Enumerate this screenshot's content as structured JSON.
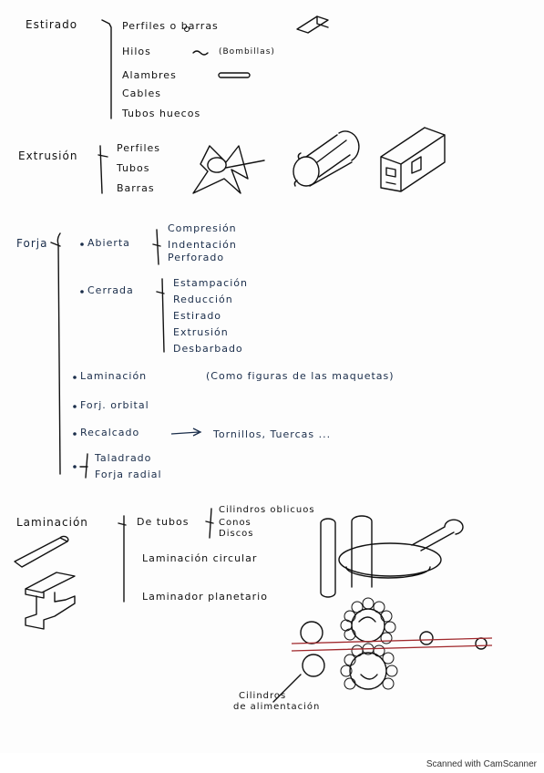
{
  "colors": {
    "ink_black": "#111111",
    "ink_blue": "#1a2d4a",
    "ink_red": "#a0282c",
    "footer_band": "#ffffff"
  },
  "estirado": {
    "heading": "Estirado",
    "items": [
      "Perfiles o barras",
      "Hilos",
      "Alambres",
      "Cables",
      "Tubos huecos"
    ],
    "hilos_note": "(Bombillas)"
  },
  "extrusion": {
    "heading": "Extrusión",
    "items": [
      "Perfiles",
      "Tubos",
      "Barras"
    ]
  },
  "forja": {
    "heading": "Forja",
    "abierta": {
      "label": "Abierta",
      "items": [
        "Compresión",
        "Indentación",
        "Perforado"
      ]
    },
    "cerrada": {
      "label": "Cerrada",
      "items": [
        "Estampación",
        "Reducción",
        "Estirado",
        "Extrusión",
        "Desbarbado"
      ]
    },
    "others": {
      "laminacion": "Laminación",
      "laminacion_note": "(Como figuras de las maquetas)",
      "orbital": "Forj. orbital",
      "recalcado": "Recalcado",
      "recalcado_result": "Tornillos, Tuercas ...",
      "taladrado": "Taladrado",
      "radial": "Forja radial"
    }
  },
  "laminacion": {
    "heading": "Laminación",
    "de_tubos": "De tubos",
    "tubos_items": [
      "Cilindros oblicuos",
      "Conos",
      "Discos"
    ],
    "circular": "Laminación circular",
    "planetario": "Laminador planetario",
    "alimentacion_line1": "Cilindros",
    "alimentacion_line2": "de alimentación"
  },
  "footer": {
    "scanner": "Scanned with CamScanner"
  }
}
